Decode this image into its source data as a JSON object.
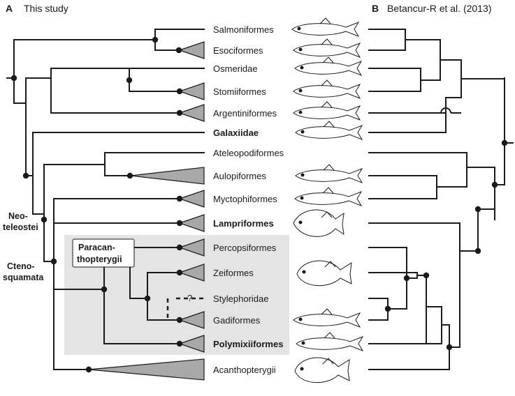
{
  "panels": {
    "a_letter": "A",
    "a_title": "This study",
    "b_letter": "B",
    "b_title": "Betancur-R et al. (2013)"
  },
  "groups": {
    "neoteleostei_line1": "Neo-",
    "neoteleostei_line2": "teleostei",
    "ctenosquamata_line1": "Cteno-",
    "ctenosquamata_line2": "squamata",
    "paracanthopterygii_line1": "Paracan-",
    "paracanthopterygii_line2": "thopterygii",
    "uncertain_mark": "?"
  },
  "taxa": [
    {
      "name": "Salmoniformes",
      "bold": false
    },
    {
      "name": "Esociformes",
      "bold": false
    },
    {
      "name": "Osmeridae",
      "bold": false
    },
    {
      "name": "Stomiiformes",
      "bold": false
    },
    {
      "name": "Argentiniformes",
      "bold": false
    },
    {
      "name": "Galaxiidae",
      "bold": true
    },
    {
      "name": "Ateleopodiformes",
      "bold": false
    },
    {
      "name": "Aulopiformes",
      "bold": false
    },
    {
      "name": "Myctophiformes",
      "bold": false
    },
    {
      "name": "Lampriformes",
      "bold": true
    },
    {
      "name": "Percopsiformes",
      "bold": false
    },
    {
      "name": "Zeiformes",
      "bold": false
    },
    {
      "name": "Stylephoridae",
      "bold": false
    },
    {
      "name": "Gadiformes",
      "bold": false
    },
    {
      "name": "Polymixiiformes",
      "bold": true
    },
    {
      "name": "Acanthopterygii",
      "bold": false
    }
  ],
  "fish_icons": [
    "salmon-icon",
    "pike-icon",
    "smelt-icon",
    "dragonfish-icon",
    "argentine-icon",
    "galaxias-icon",
    "",
    "lizardfish-icon",
    "lanternfish-icon",
    "opah-icon",
    "",
    "dory-icon",
    "",
    "cod-icon",
    "beardfish-icon",
    "perch-icon"
  ],
  "colors": {
    "line": "#1a1a1a",
    "triangle_fill": "#a8a8a8",
    "highlight_box": "#e4e4e4"
  }
}
